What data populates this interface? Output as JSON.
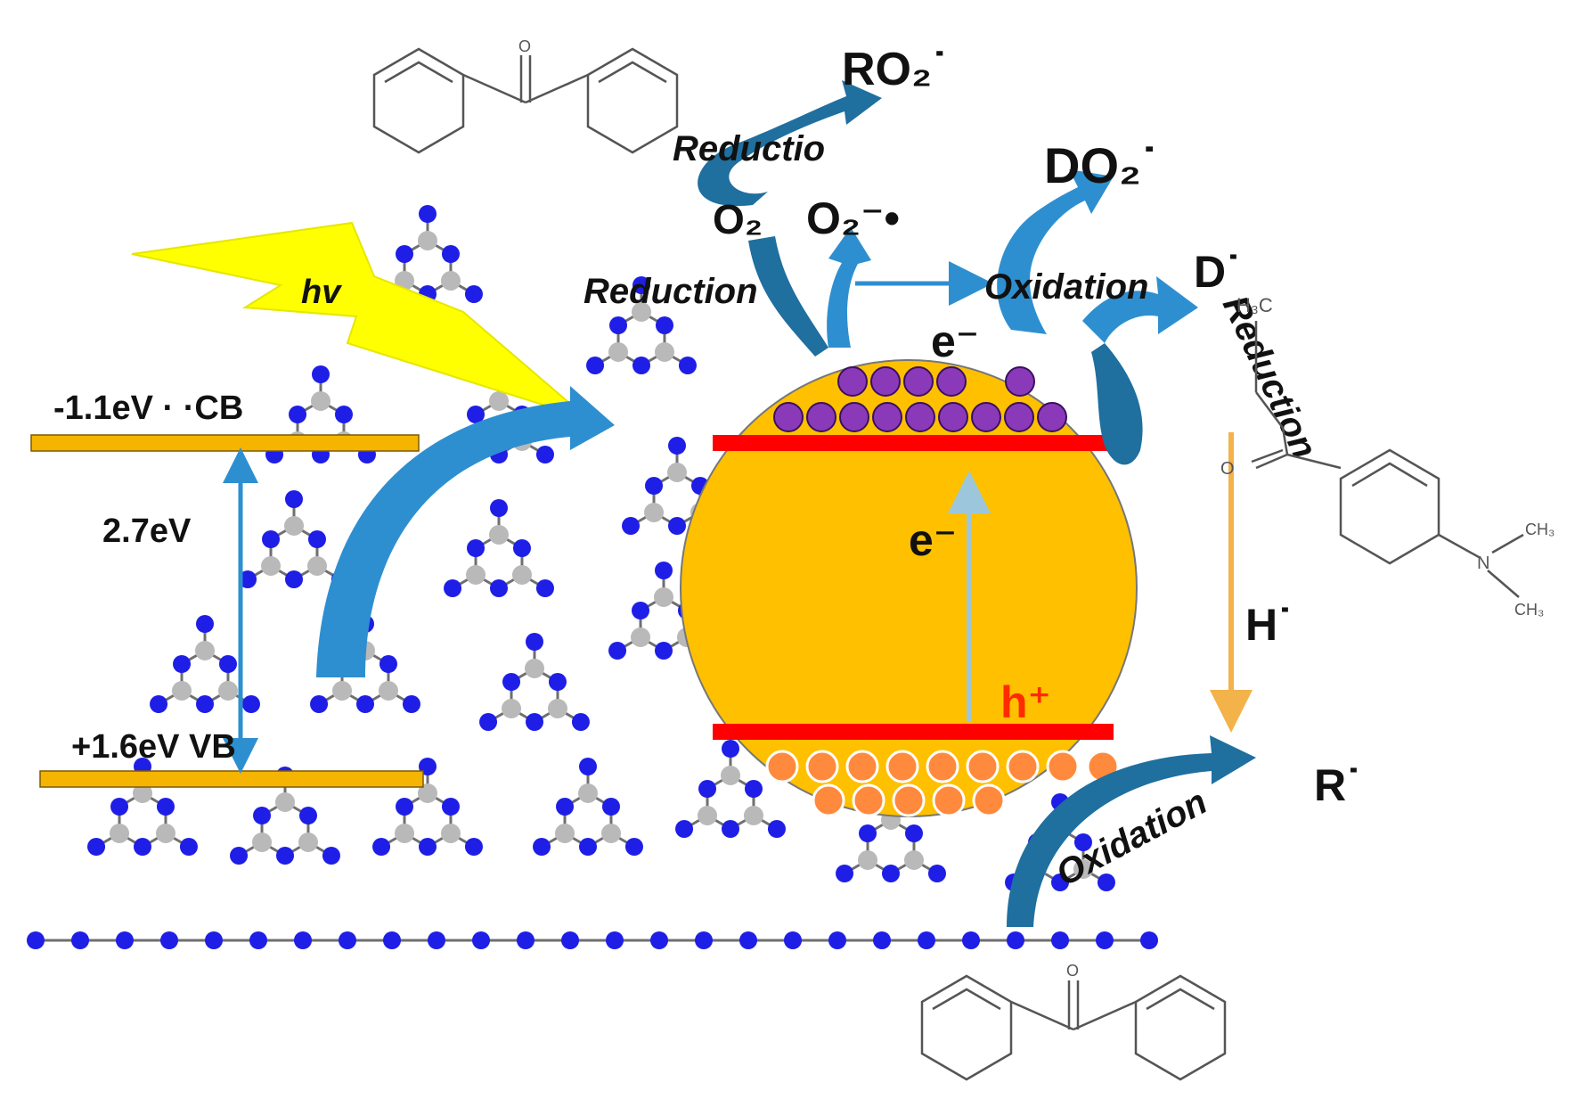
{
  "colors": {
    "nitrogen": "#1e1ee6",
    "carbon": "#b9b9b9",
    "bond": "#6f6f6f",
    "particle_fill": "#ffc000",
    "band_edge": "#ff0000",
    "electron": "#8a3ab9",
    "hole": "#ff8a3d",
    "arrow_blue": "#2e8fd0",
    "arrow_dark_blue": "#1f6f9f",
    "light_bolt": "#ffff00",
    "band_bar": "#f5b400",
    "h_arrow": "#f3b24a",
    "internal_arrow": "#9cc6dc"
  },
  "semiconductor": {
    "cb_label": "-1.1eV · ·CB",
    "vb_label": "+1.6eV    VB",
    "gap_label": "2.7eV"
  },
  "light": {
    "label": "hv"
  },
  "particle": {
    "electron_top": "e⁻",
    "electron_mid": "e⁻",
    "hole_label": "h⁺",
    "electron_count": 14,
    "hole_count": 14
  },
  "species": {
    "o2": "O₂",
    "superoxide": "O₂⁻•",
    "ro2": "RO₂˙",
    "do2": "DO₂˙",
    "d_radical": "D˙",
    "h_radical": "H˙",
    "r_radical": "R˙"
  },
  "reactions": {
    "reduction_top": "Reductio",
    "reduction_left": "Reduction",
    "oxidation_top": "Oxidation",
    "reduction_right": "Reduction",
    "oxidation_bottom": "Oxidation"
  },
  "molecules": {
    "top_ketone_atom": "O",
    "bottom_ketone_atom": "O",
    "right_ketone_atom": "O",
    "right_ethyl_group": "H₃C",
    "right_amine_atom": "N",
    "right_methyl_1": "CH₃",
    "right_methyl_2": "CH₃"
  }
}
